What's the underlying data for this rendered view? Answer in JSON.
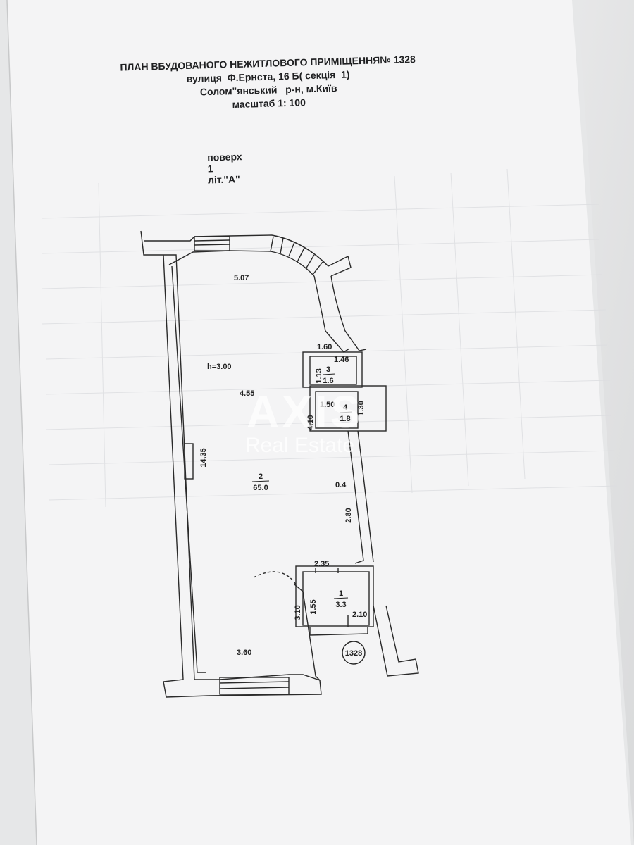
{
  "document": {
    "title_line_1": "ПЛАН ВБУДОВАНОГО НЕЖИТЛОВОГО ПРИМІЩЕННЯ№ 1328",
    "title_line_2": "вулиця  Ф.Ернста, 16 Б( секція  1)",
    "title_line_3": "Солом\"янський   р-н, м.Київ",
    "title_line_4": "масштаб 1: 100",
    "storey_label": "поверх",
    "storey_value": "1",
    "letter_label": "літ.\"А\""
  },
  "plan": {
    "ceiling_height": "h=3.00",
    "unit_number": "1328",
    "dimensions": {
      "top_width": "5.07",
      "upper_mid_width": "4.55",
      "left_length": "14.35",
      "bottom_width": "3.60",
      "niche_width": "0.4",
      "right_lower": "2.80",
      "right_upper": "4.10",
      "bathroom_top": "1.60",
      "bathroom_inner_top": "1.46",
      "bathroom_side": "1.13",
      "bathroom_lower_width": "1.50",
      "bathroom_lower_side": "1.30",
      "entry_top": "2.35",
      "entry_left": "1.55",
      "entry_bottom": "2.10",
      "entry_outer_side": "3.10"
    },
    "rooms": [
      {
        "number": "1",
        "area": "3.3"
      },
      {
        "number": "2",
        "area": "65.0"
      },
      {
        "number": "3",
        "area": "1.6"
      },
      {
        "number": "4",
        "area": "1.8"
      }
    ]
  },
  "watermark": {
    "logo": "AXIS",
    "subtitle": "Real Estate"
  }
}
